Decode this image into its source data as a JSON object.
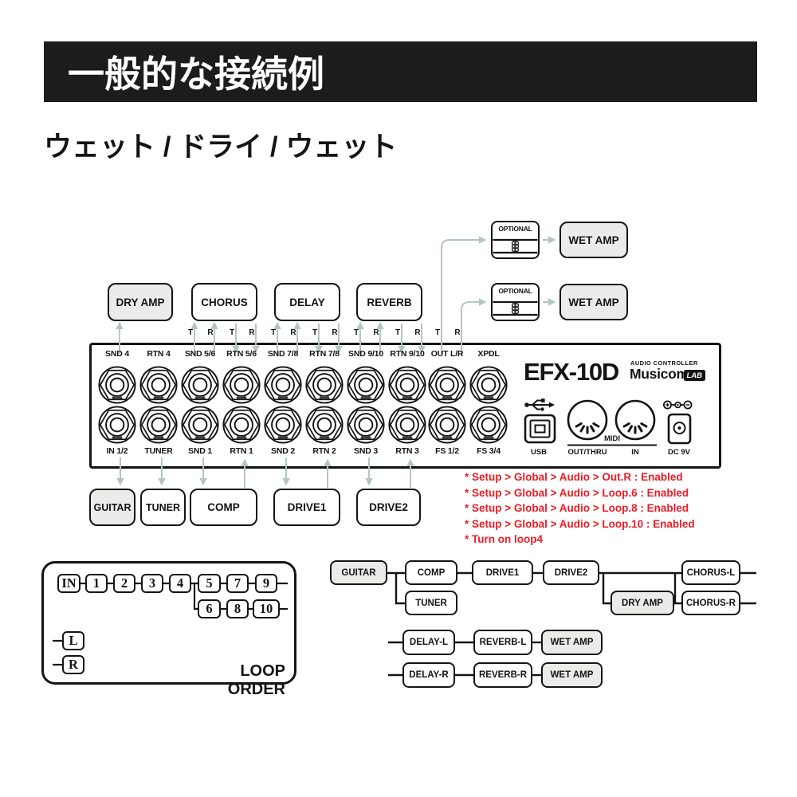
{
  "title_bar": {
    "text": "一般的な接続例"
  },
  "subtitle": "ウェット / ドライ / ウェット",
  "colors": {
    "arrow": "#b4c6c2",
    "note_red": "#ed1c24",
    "box_gray": "#ebebe9",
    "ink": "#141414"
  },
  "amp_chain": {
    "dry_amp": "DRY AMP",
    "chorus": "CHORUS",
    "delay": "DELAY",
    "reverb": "REVERB",
    "optional": "OPTIONAL",
    "wet_amp": "WET AMP"
  },
  "device": {
    "model": "EFX-10D",
    "device_type": "AUDIO CONTROLLER",
    "brand": "Musicom",
    "brand_suffix": "LAB",
    "tip": "T",
    "ring": "R",
    "top_jacks": [
      "SND 4",
      "RTN 4",
      "SND 5/6",
      "RTN 5/6",
      "SND 7/8",
      "RTN 7/8",
      "SND 9/10",
      "RTN 9/10",
      "OUT L/R",
      "XPDL"
    ],
    "bottom_jacks": [
      "IN 1/2",
      "TUNER",
      "SND 1",
      "RTN 1",
      "SND 2",
      "RTN 2",
      "SND 3",
      "RTN 3",
      "FS 1/2",
      "FS 3/4"
    ],
    "usb": "USB",
    "midi": "MIDI",
    "midi_out": "OUT/THRU",
    "midi_in": "IN",
    "dc": "DC 9V"
  },
  "pedals": {
    "guitar": "GUITAR",
    "tuner": "TUNER",
    "comp": "COMP",
    "drive1": "DRIVE1",
    "drive2": "DRIVE2"
  },
  "notes": [
    "* Setup > Global > Audio > Out.R : Enabled",
    "* Setup > Global > Audio > Loop.6 : Enabled",
    "* Setup > Global > Audio > Loop.8 : Enabled",
    "* Setup > Global > Audio > Loop.10 : Enabled",
    "* Turn on loop4"
  ],
  "loop_order": {
    "title": "LOOP ORDER",
    "input": "IN",
    "left": "L",
    "right": "R",
    "top_row": [
      "1",
      "2",
      "3",
      "4",
      "5",
      "7",
      "9"
    ],
    "bottom_row": [
      "6",
      "8",
      "10"
    ]
  },
  "signal_flow": {
    "guitar": "GUITAR",
    "tuner": "TUNER",
    "comp": "COMP",
    "drive1": "DRIVE1",
    "drive2": "DRIVE2",
    "dry_amp": "DRY AMP",
    "chorus_l": "CHORUS-L",
    "chorus_r": "CHORUS-R",
    "delay_l": "DELAY-L",
    "reverb_l": "REVERB-L",
    "delay_r": "DELAY-R",
    "reverb_r": "REVERB-R",
    "wet_amp": "WET AMP"
  }
}
